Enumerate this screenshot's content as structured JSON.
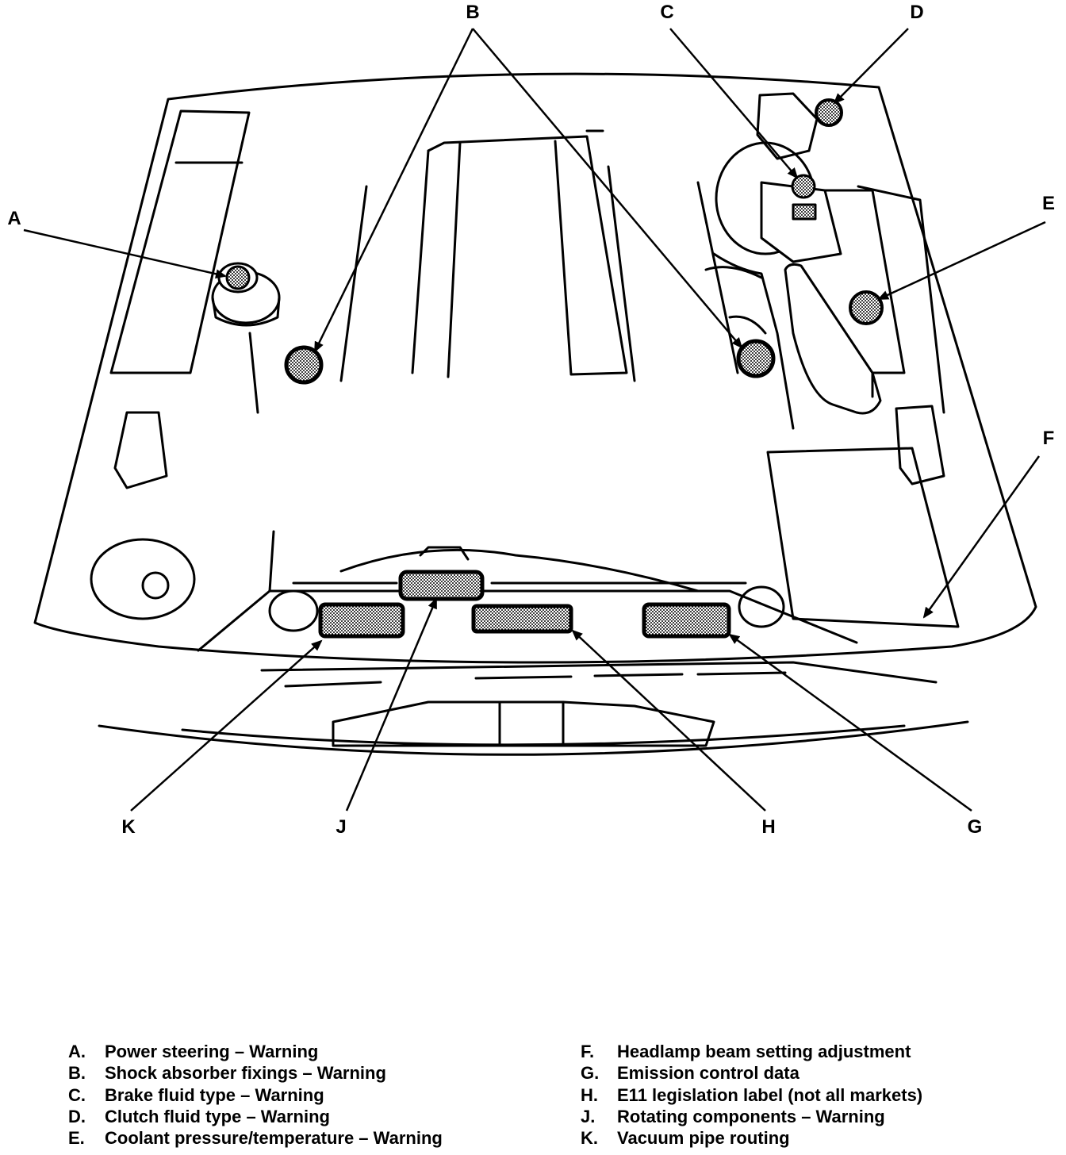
{
  "callouts": {
    "A": "A",
    "B": "B",
    "C": "C",
    "D": "D",
    "E": "E",
    "F": "F",
    "G": "G",
    "H": "H",
    "J": "J",
    "K": "K"
  },
  "legend": {
    "left": [
      {
        "key": "A.",
        "text": "Power steering – Warning"
      },
      {
        "key": "B.",
        "text": "Shock absorber fixings – Warning"
      },
      {
        "key": "C.",
        "text": "Brake fluid type – Warning"
      },
      {
        "key": "D.",
        "text": "Clutch fluid type – Warning"
      },
      {
        "key": "E.",
        "text": "Coolant pressure/temperature – Warning"
      }
    ],
    "right": [
      {
        "key": "F.",
        "text": "Headlamp beam setting adjustment"
      },
      {
        "key": "G.",
        "text": "Emission control data"
      },
      {
        "key": "H.",
        "text": "E11 legislation label (not all markets)"
      },
      {
        "key": "J.",
        "text": "Rotating components – Warning"
      },
      {
        "key": "K.",
        "text": "Vacuum pipe routing"
      }
    ]
  }
}
